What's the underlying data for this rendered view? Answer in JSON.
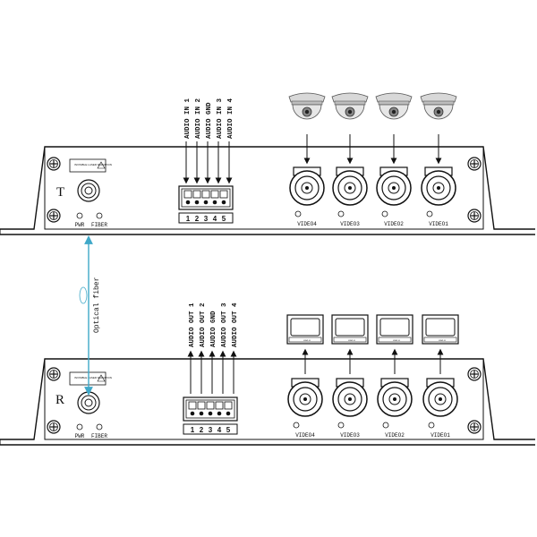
{
  "transmitter": {
    "letter": "T",
    "pwr_label": "PWR",
    "fiber_label": "FIBER",
    "laser_label": "INVISIBLE LASER RADIATION",
    "audio_labels": [
      "AUDIO IN 1",
      "AUDIO IN 2",
      "AUDIO GND",
      "AUDIO IN 3",
      "AUDIO IN 4"
    ],
    "pins": [
      "1",
      "2",
      "3",
      "4",
      "5"
    ],
    "video_labels": [
      "VIDEO4",
      "VIDEO3",
      "VIDEO2",
      "VIDEO1"
    ]
  },
  "receiver": {
    "letter": "R",
    "pwr_label": "PWR",
    "fiber_label": "FIBER",
    "laser_label": "INVISIBLE LASER RADIATION",
    "audio_labels": [
      "AUDIO OUT 1",
      "AUDIO OUT 2",
      "AUDIO GND",
      "AUDIO OUT 3",
      "AUDIO OUT 4"
    ],
    "pins": [
      "1",
      "2",
      "3",
      "4",
      "5"
    ],
    "video_labels": [
      "VIDEO4",
      "VIDEO3",
      "VIDEO2",
      "VIDEO1"
    ]
  },
  "link": {
    "label": "Optical fiber",
    "color": "#3fa8c8"
  },
  "icons": {
    "camera": "dome-camera-icon",
    "monitor": "monitor-icon",
    "bnc": "bnc-connector-icon",
    "screw": "screw-icon",
    "fiber_port": "fiber-port-icon"
  }
}
